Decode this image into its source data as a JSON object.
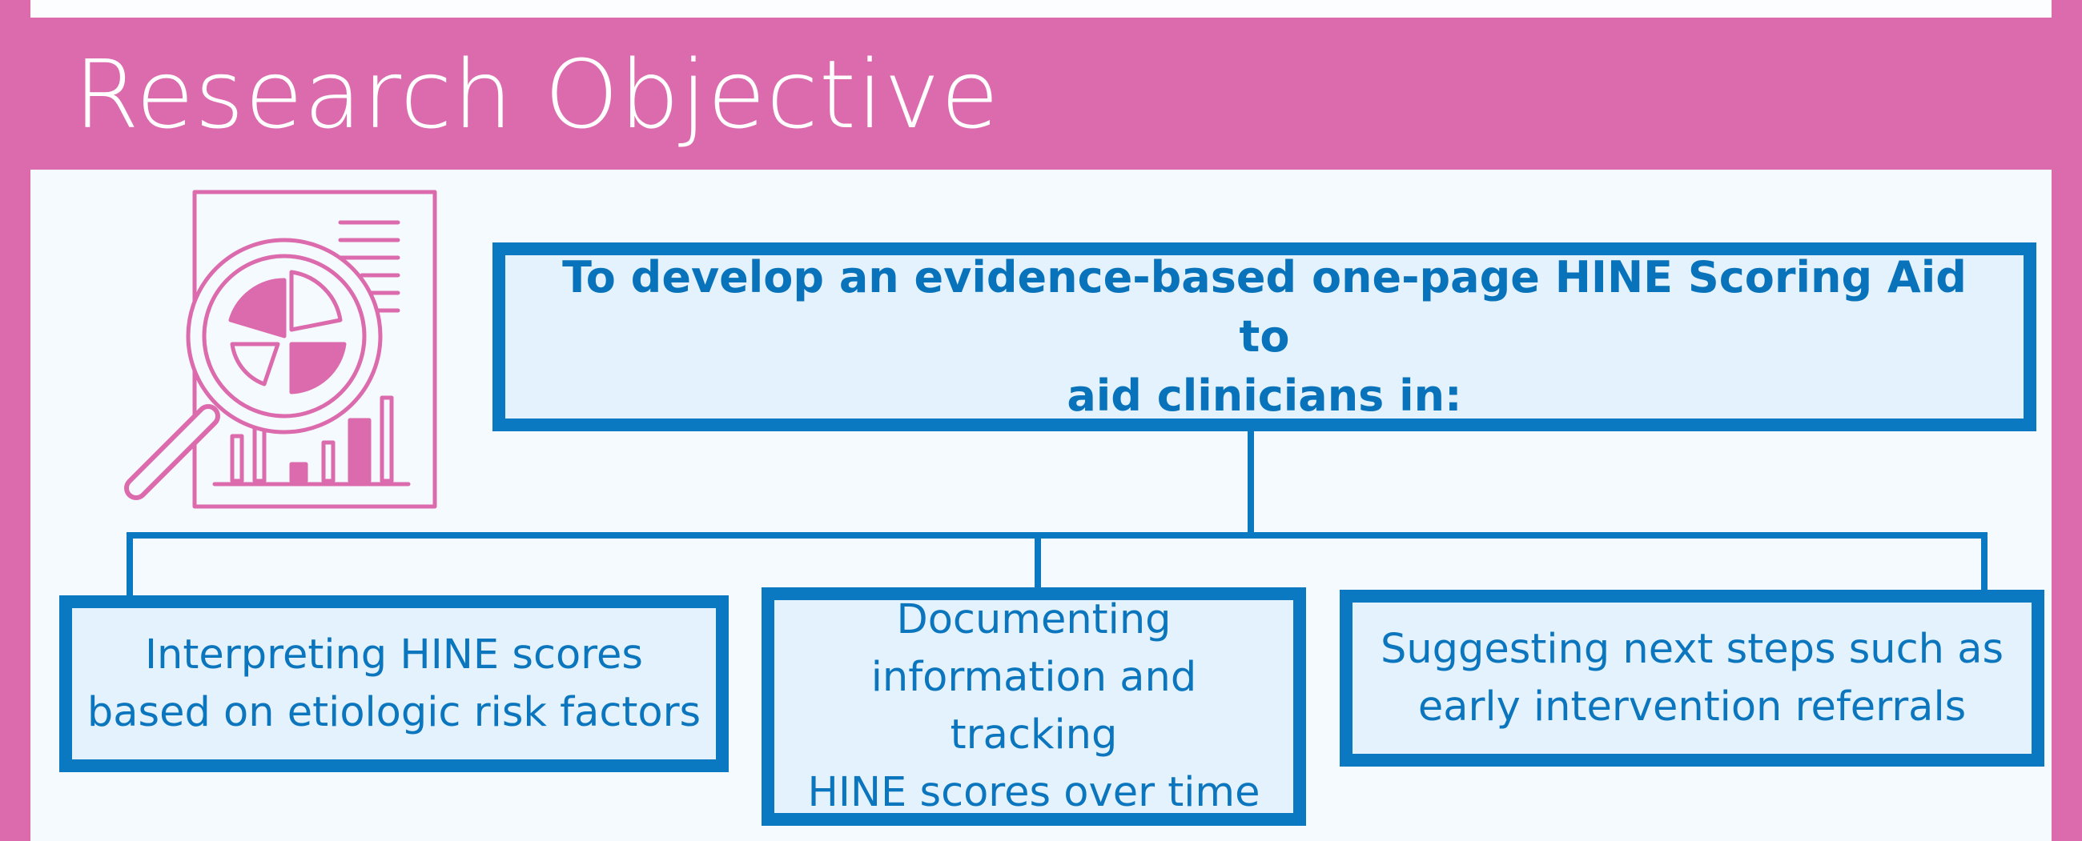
{
  "header": {
    "title": "Research Objective"
  },
  "main_box": {
    "line1": "To develop an evidence-based one-page HINE Scoring Aid to",
    "line2": "aid clinicians in:"
  },
  "sub_boxes": [
    {
      "lines": [
        "Interpreting HINE scores",
        "based on etiologic risk factors"
      ]
    },
    {
      "lines": [
        "Documenting",
        "information and tracking",
        "HINE scores over time"
      ]
    },
    {
      "lines": [
        "Suggesting next steps such as",
        "early intervention referrals"
      ]
    }
  ],
  "colors": {
    "header_background": "#dc6bae",
    "panel_background": "#f5fafe",
    "box_border": "#0a79c2",
    "box_fill": "#e3f2fd",
    "text_blue": "#0b76bd",
    "icon_pink": "#dc6bae"
  },
  "icons": {
    "report": "report-magnifier-icon"
  }
}
